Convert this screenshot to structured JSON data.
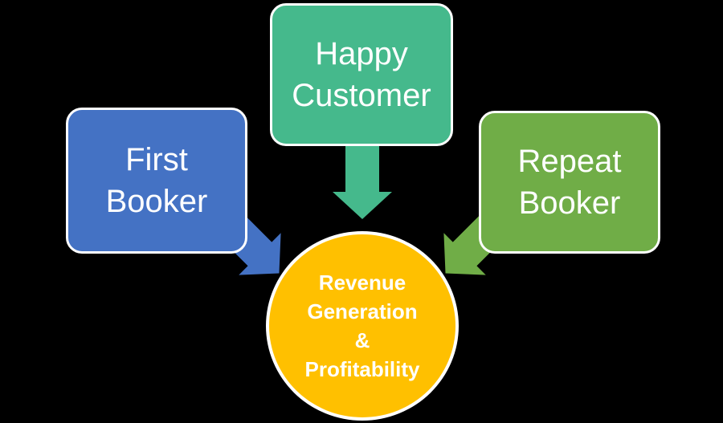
{
  "background_color": "#000000",
  "diagram": {
    "text_color": "#ffffff",
    "border_color": "#ffffff",
    "boxes": [
      {
        "id": "first-booker",
        "lines": [
          "First",
          "Booker"
        ],
        "color": "#4472c4"
      },
      {
        "id": "happy-customer",
        "lines": [
          "Happy",
          "Customer"
        ],
        "color": "#45b98c"
      },
      {
        "id": "repeat-booker",
        "lines": [
          "Repeat",
          "Booker"
        ],
        "color": "#70ad47"
      }
    ],
    "center_circle": {
      "lines": [
        "Revenue",
        "Generation",
        "&",
        "Profitability"
      ],
      "color": "#ffc000"
    },
    "arrows": [
      {
        "id": "first-booker-arrow",
        "direction": "down-right",
        "color": "#4472c4"
      },
      {
        "id": "happy-customer-arrow",
        "direction": "down",
        "color": "#45b98c"
      },
      {
        "id": "repeat-booker-arrow",
        "direction": "down-left",
        "color": "#70ad47"
      }
    ]
  }
}
